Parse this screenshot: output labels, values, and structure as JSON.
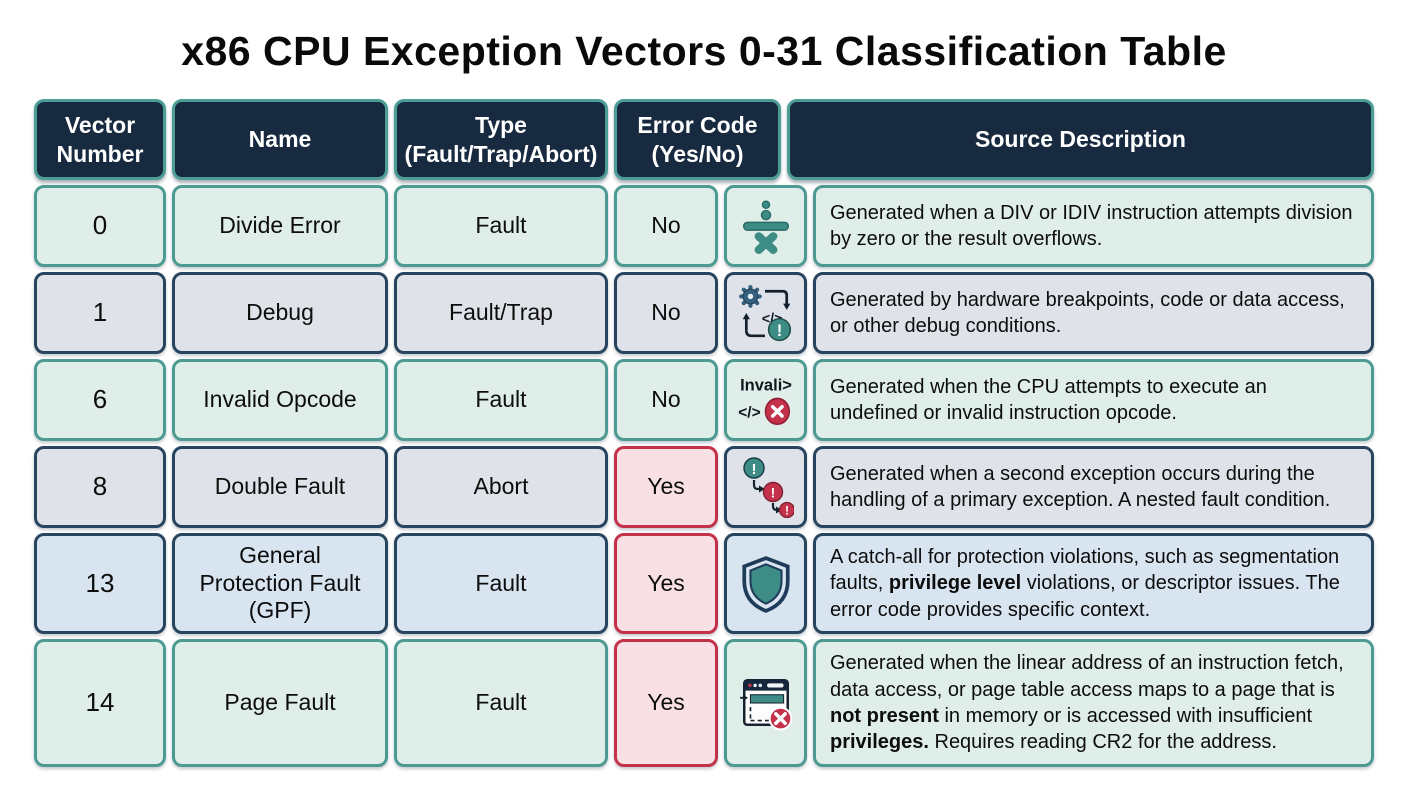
{
  "title": "x86 CPU Exception Vectors 0-31 Classification Table",
  "colors": {
    "header_bg": "#172a40",
    "teal_accent": "#4d9c95",
    "teal_icon": "#3e8c86",
    "navy_border": "#27455f",
    "crimson": "#c4314b",
    "mint_bg": "#dfeee8",
    "slate_bg": "#dfe3e9",
    "blue_bg": "#d8e5f0",
    "alert_bg": "#f8e0e4"
  },
  "icon_labels": {
    "exclaim": "!",
    "code_tag": "</>",
    "invalid_word": "Invali>"
  },
  "table": {
    "header_cells": [
      {
        "id": "vector-number",
        "lines": [
          "Vector",
          "Number"
        ]
      },
      {
        "id": "name",
        "lines": [
          "Name"
        ]
      },
      {
        "id": "type",
        "lines": [
          "Type",
          "(Fault/Trap/Abort)"
        ]
      },
      {
        "id": "error-code",
        "lines": [
          "Error Code",
          "(Yes/No)"
        ]
      },
      {
        "id": "source-description",
        "lines": [
          "Source Description"
        ]
      }
    ],
    "rows": [
      {
        "vector": "0",
        "name": "Divide Error",
        "type": "Fault",
        "error_code": "No",
        "error_highlight": false,
        "row_style": "mint",
        "icon": "divide-icon",
        "description": "Generated when a DIV or IDIV instruction attempts division by zero or the result overflows."
      },
      {
        "vector": "1",
        "name": "Debug",
        "type": "Fault/Trap",
        "error_code": "No",
        "error_highlight": false,
        "row_style": "slate",
        "icon": "debug-icon",
        "description": "Generated by hardware breakpoints, code or data access, or other debug conditions."
      },
      {
        "vector": "6",
        "name": "Invalid Opcode",
        "type": "Fault",
        "error_code": "No",
        "error_highlight": false,
        "row_style": "mint",
        "icon": "invalid-opcode-icon",
        "description": "Generated when the CPU attempts to execute an undefined or invalid instruction opcode."
      },
      {
        "vector": "8",
        "name": "Double Fault",
        "type": "Abort",
        "error_code": "Yes",
        "error_highlight": true,
        "row_style": "slate",
        "icon": "double-fault-icon",
        "description": "Generated when a second exception occurs during the handling of a primary exception. A nested fault condition."
      },
      {
        "vector": "13",
        "name": "General Protection Fault (GPF)",
        "type": "Fault",
        "error_code": "Yes",
        "error_highlight": true,
        "row_style": "blue",
        "icon": "shield-icon",
        "description": "A catch-all for protection violations, such as segmentation faults, **privilege level** violations, or descriptor issues. The error code provides specific context."
      },
      {
        "vector": "14",
        "name": "Page Fault",
        "type": "Fault",
        "error_code": "Yes",
        "error_highlight": true,
        "row_style": "mint",
        "icon": "page-fault-icon",
        "description": "Generated when the linear address of an instruction fetch, data access, or page table access maps to a page that is **not present** in memory or is accessed with insufficient **privileges.** Requires reading CR2 for the address."
      }
    ]
  },
  "chart_data": {
    "type": "table",
    "title": "x86 CPU Exception Vectors 0-31 Classification Table",
    "columns": [
      "Vector Number",
      "Name",
      "Type (Fault/Trap/Abort)",
      "Error Code (Yes/No)",
      "Source Description"
    ],
    "rows": [
      [
        "0",
        "Divide Error",
        "Fault",
        "No",
        "Generated when a DIV or IDIV instruction attempts division by zero or the result overflows."
      ],
      [
        "1",
        "Debug",
        "Fault/Trap",
        "No",
        "Generated by hardware breakpoints, code or data access, or other debug conditions."
      ],
      [
        "6",
        "Invalid Opcode",
        "Fault",
        "No",
        "Generated when the CPU attempts to execute an undefined or invalid instruction opcode."
      ],
      [
        "8",
        "Double Fault",
        "Abort",
        "Yes",
        "Generated when a second exception occurs during the handling of a primary exception. A nested fault condition."
      ],
      [
        "13",
        "General Protection Fault (GPF)",
        "Fault",
        "Yes",
        "A catch-all for protection violations, such as segmentation faults, privilege level violations, or descriptor issues. The error code provides specific context."
      ],
      [
        "14",
        "Page Fault",
        "Fault",
        "Yes",
        "Generated when the linear address of an instruction fetch, data access, or page table access maps to a page that is not present in memory or is accessed with insufficient privileges. Requires reading CR2 for the address."
      ]
    ]
  }
}
